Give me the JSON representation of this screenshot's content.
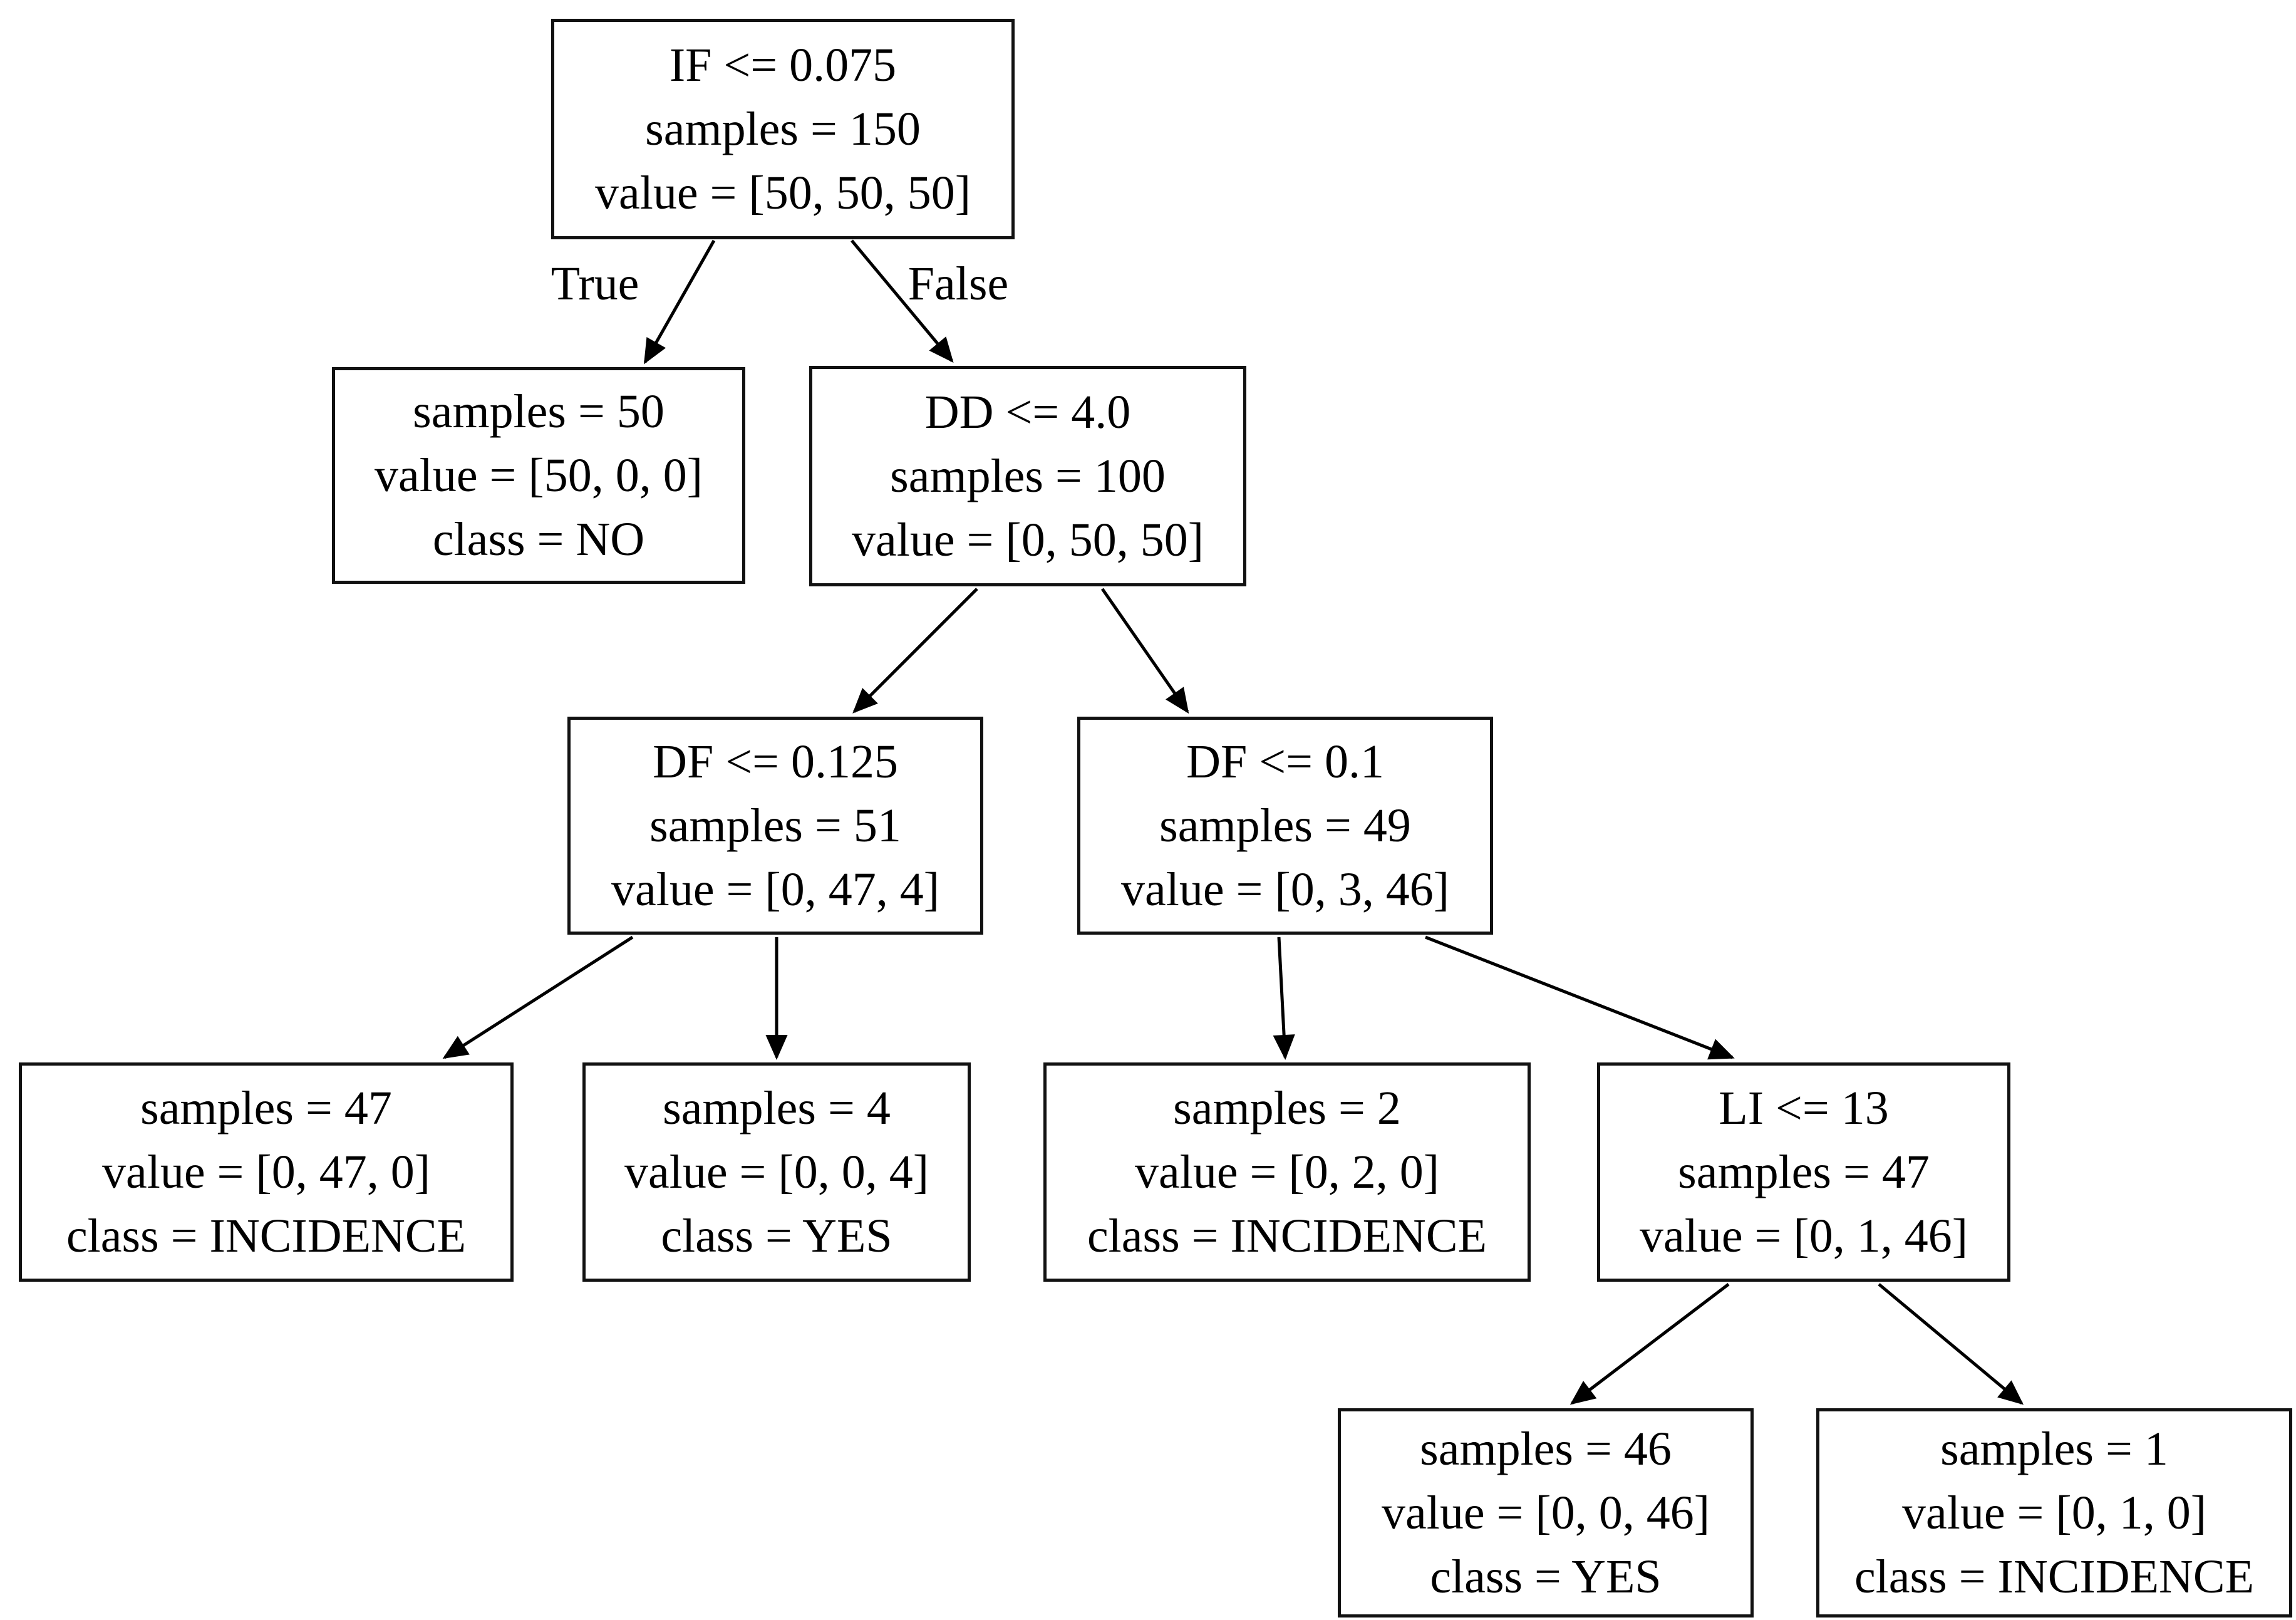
{
  "diagram_type": "decision-tree",
  "styles": {
    "canvas_bg": "#ffffff",
    "node_fill": "#ffffff",
    "node_border_color": "#111111",
    "edge_color": "#000000",
    "text_color": "#000000"
  },
  "edge_labels": {
    "true": "True",
    "false": "False"
  },
  "nodes": [
    {
      "id": 0,
      "lines": [
        "IF <= 0.075",
        "samples = 150",
        "value = [50, 50, 50]"
      ]
    },
    {
      "id": 1,
      "lines": [
        "samples = 50",
        "value = [50, 0, 0]",
        "class = NO"
      ]
    },
    {
      "id": 2,
      "lines": [
        "DD <= 4.0",
        "samples = 100",
        "value = [0, 50, 50]"
      ]
    },
    {
      "id": 3,
      "lines": [
        "DF <= 0.125",
        "samples = 51",
        "value = [0, 47, 4]"
      ]
    },
    {
      "id": 4,
      "lines": [
        "DF <= 0.1",
        "samples = 49",
        "value = [0, 3, 46]"
      ]
    },
    {
      "id": 5,
      "lines": [
        "samples = 47",
        "value = [0, 47, 0]",
        "class = INCIDENCE"
      ]
    },
    {
      "id": 6,
      "lines": [
        "samples = 4",
        "value = [0, 0, 4]",
        "class = YES"
      ]
    },
    {
      "id": 7,
      "lines": [
        "samples = 2",
        "value = [0, 2, 0]",
        "class = INCIDENCE"
      ]
    },
    {
      "id": 8,
      "lines": [
        "LI <= 13",
        "samples = 47",
        "value = [0, 1, 46]"
      ]
    },
    {
      "id": 9,
      "lines": [
        "samples = 46",
        "value = [0, 0, 46]",
        "class = YES"
      ]
    },
    {
      "id": 10,
      "lines": [
        "samples = 1",
        "value = [0, 1, 0]",
        "class = INCIDENCE"
      ]
    }
  ],
  "edges": [
    {
      "from": 0,
      "to": 1,
      "label": "True"
    },
    {
      "from": 0,
      "to": 2,
      "label": "False"
    },
    {
      "from": 2,
      "to": 3,
      "label": ""
    },
    {
      "from": 2,
      "to": 4,
      "label": ""
    },
    {
      "from": 3,
      "to": 5,
      "label": ""
    },
    {
      "from": 3,
      "to": 6,
      "label": ""
    },
    {
      "from": 4,
      "to": 7,
      "label": ""
    },
    {
      "from": 4,
      "to": 8,
      "label": ""
    },
    {
      "from": 8,
      "to": 9,
      "label": ""
    },
    {
      "from": 8,
      "to": 10,
      "label": ""
    }
  ]
}
